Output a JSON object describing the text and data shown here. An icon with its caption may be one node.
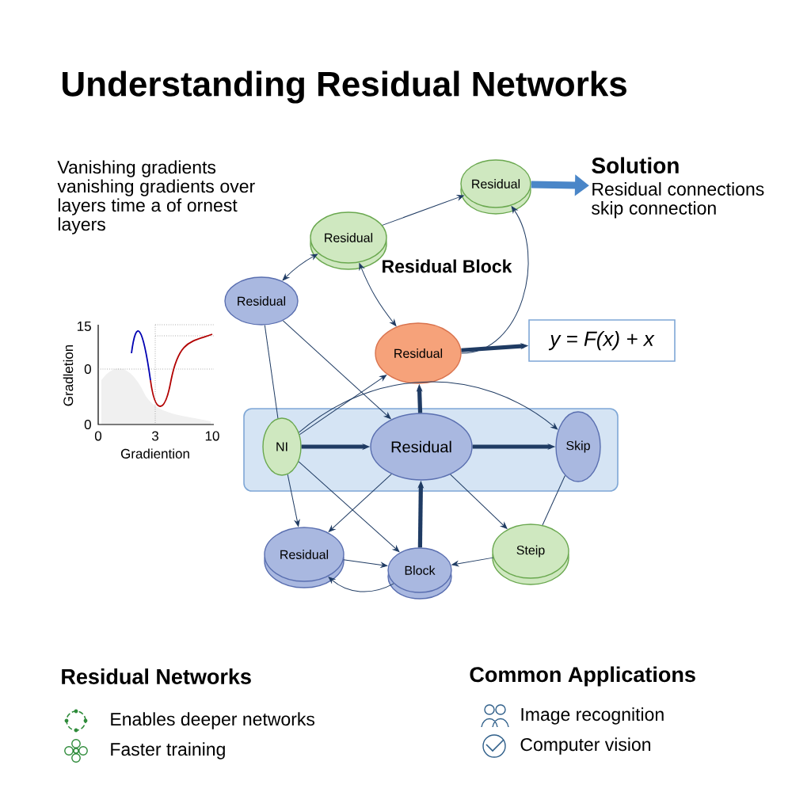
{
  "diagram": {
    "title": "Understanding Residual Networks",
    "nodes": [
      {
        "text": [
          "Residual"
        ]
      },
      {
        "text": [
          "Residual"
        ]
      },
      {
        "text": [
          "Residual"
        ]
      },
      {
        "text": [
          "Residual"
        ]
      },
      {
        "text": [
          "y = F(x) + x"
        ]
      },
      {
        "text": [],
        "shape": "box"
      },
      {
        "text": [
          "NI"
        ],
        "in": 5
      },
      {
        "text": [
          "Residual"
        ],
        "in": 5
      },
      {
        "text": [
          "Skip"
        ],
        "in": 5
      },
      {
        "text": [
          "Residual"
        ]
      },
      {
        "text": [
          "Block"
        ]
      },
      {
        "text": [
          "Steip"
        ]
      },
      {
        "text": [
          "Solution",
          "Residual connections skip connection"
        ]
      }
    ],
    "edges": [
      {
        "from": 1,
        "to": 0,
        "arrow": "to"
      },
      {
        "from": 2,
        "to": 1,
        "arrow": "both"
      },
      {
        "from": 3,
        "to": 1,
        "arrow": "both"
      },
      {
        "from": 3,
        "to": 0,
        "arrow": "to"
      },
      {
        "from": 3,
        "to": 4,
        "arrow": "to",
        "style": "thick"
      },
      {
        "from": 0,
        "to": 12,
        "arrow": "to",
        "style": "thick",
        "color": "#4a86c8"
      },
      {
        "from": 6,
        "to": 7,
        "arrow": "to",
        "style": "thick"
      },
      {
        "from": 7,
        "to": 8,
        "arrow": "to",
        "style": "thick"
      },
      {
        "from": 10,
        "to": 7,
        "arrow": "to",
        "style": "thick"
      },
      {
        "from": 7,
        "to": 3,
        "arrow": "to",
        "style": "thick"
      },
      {
        "from": 2,
        "to": 6,
        "arrow": "none"
      },
      {
        "from": 6,
        "to": 3,
        "arrow": "to"
      },
      {
        "from": 2,
        "to": 7,
        "arrow": "to"
      },
      {
        "from": 6,
        "to": 9,
        "arrow": "to"
      },
      {
        "from": 6,
        "to": 10,
        "arrow": "to"
      },
      {
        "from": 7,
        "to": 9,
        "arrow": "to"
      },
      {
        "from": 7,
        "to": 11,
        "arrow": "to"
      },
      {
        "from": 8,
        "to": 11,
        "arrow": "none"
      },
      {
        "from": 11,
        "to": 10,
        "arrow": "to"
      },
      {
        "from": 9,
        "to": 10,
        "arrow": "to"
      },
      {
        "from": 10,
        "to": 9,
        "arrow": "to"
      },
      {
        "from": 6,
        "to": 8,
        "arrow": "to"
      }
    ],
    "labels": [
      "Vanishing gradients vanishing gradients over layers time a of ornest layers",
      "Residual Block",
      "15",
      "0",
      "0",
      "Gradletion",
      "0",
      "3",
      "10",
      "Gradiention",
      "Residual Networks",
      "Enables deeper networks",
      "Faster training",
      "Common Applications",
      "Image recognition",
      "Computer vision"
    ]
  }
}
